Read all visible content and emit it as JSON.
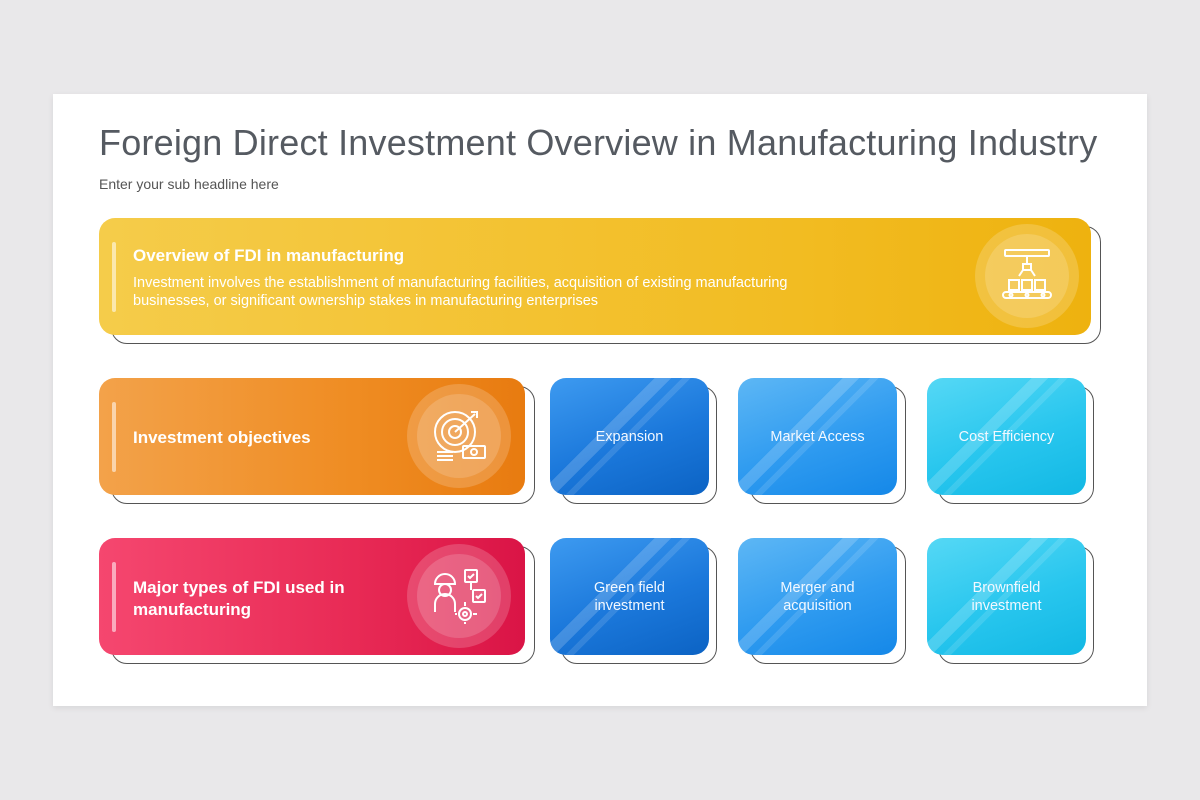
{
  "title": "Foreign Direct Investment Overview in Manufacturing Industry",
  "subtitle": "Enter your sub headline here",
  "overview": {
    "heading": "Overview of FDI in manufacturing",
    "text_line1": "Investment involves the establishment of manufacturing facilities, acquisition of existing manufacturing",
    "text_line2": "businesses, or significant ownership stakes in manufacturing enterprises",
    "icon": "factory-robot-arm-icon"
  },
  "objectives": {
    "heading": "Investment objectives",
    "icon": "target-money-icon",
    "items": [
      "Expansion",
      "Market Access",
      "Cost Efficiency"
    ]
  },
  "types": {
    "heading_line1": "Major types of FDI used in",
    "heading_line2": "manufacturing",
    "icon": "worker-workflow-icon",
    "items": [
      {
        "line1": "Green field",
        "line2": "investment"
      },
      {
        "line1": "Merger and",
        "line2": "acquisition"
      },
      {
        "line1": "Brownfield",
        "line2": "investment"
      }
    ]
  },
  "colors": {
    "yellow": "#f2bc22",
    "orange": "#ef8c22",
    "red": "#e82a55",
    "blue": "#1b78db",
    "light_blue": "#2f9bf0",
    "cyan": "#28c6ee"
  }
}
